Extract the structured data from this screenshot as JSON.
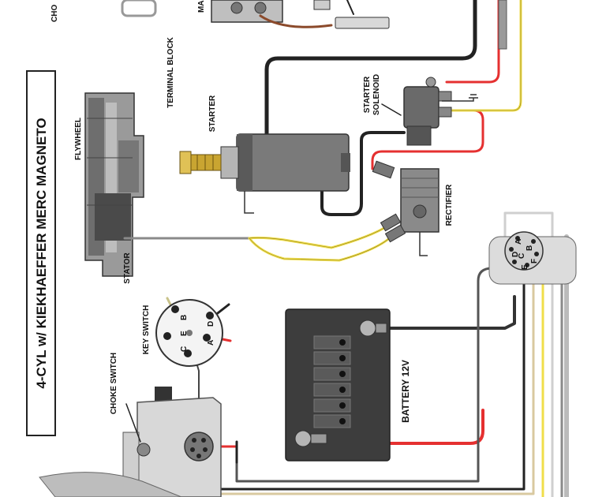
{
  "title": "4-CYL w/ KIEKHAEFFER MERC MAGNETO",
  "labels": {
    "flywheel": "FLYWHEEL",
    "stator": "STATOR",
    "terminal_block": "TERMINAL BLOCK",
    "starter": "STARTER",
    "starter_solenoid_line1": "STARTER",
    "starter_solenoid_line2": "SOLENOID",
    "rectifier": "RECTIFIER",
    "key_switch": "KEY SWITCH",
    "choke_switch": "CHOKE SWITCH",
    "battery": "BATTERY 12V",
    "choke_top": "CHO",
    "magneto_top": "MA"
  },
  "key_switch_pins": [
    "A",
    "B",
    "C",
    "D",
    "E"
  ],
  "connector_pins": [
    "A",
    "B",
    "C",
    "D",
    "E",
    "F"
  ],
  "wire_colors": {
    "red": "#e53030",
    "black": "#222222",
    "yellow": "#f0de4a",
    "gray": "#8a8a8a",
    "tan": "#d9c9a0",
    "brown": "#8b4a2b"
  }
}
